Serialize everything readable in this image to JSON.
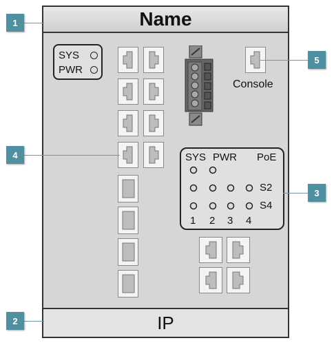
{
  "device": {
    "title": "Name",
    "footer": "IP"
  },
  "leds": {
    "sys_label": "SYS",
    "pwr_label": "PWR"
  },
  "console": {
    "label": "Console"
  },
  "status_panel": {
    "header_sys": "SYS",
    "header_pwr": "PWR",
    "header_poe": "PoE",
    "row1_label": "S2",
    "row2_label": "S4",
    "col_labels": [
      "1",
      "2",
      "3",
      "4"
    ]
  },
  "callouts": [
    "1",
    "2",
    "3",
    "4",
    "5"
  ],
  "colors": {
    "badge": "#4f8fa0",
    "panel_bg": "#d6d6d6",
    "outline": "#333333"
  },
  "icons": {
    "rj45": "rj45-port-icon",
    "sfp": "sfp-port-icon",
    "terminal": "terminal-block-icon"
  }
}
